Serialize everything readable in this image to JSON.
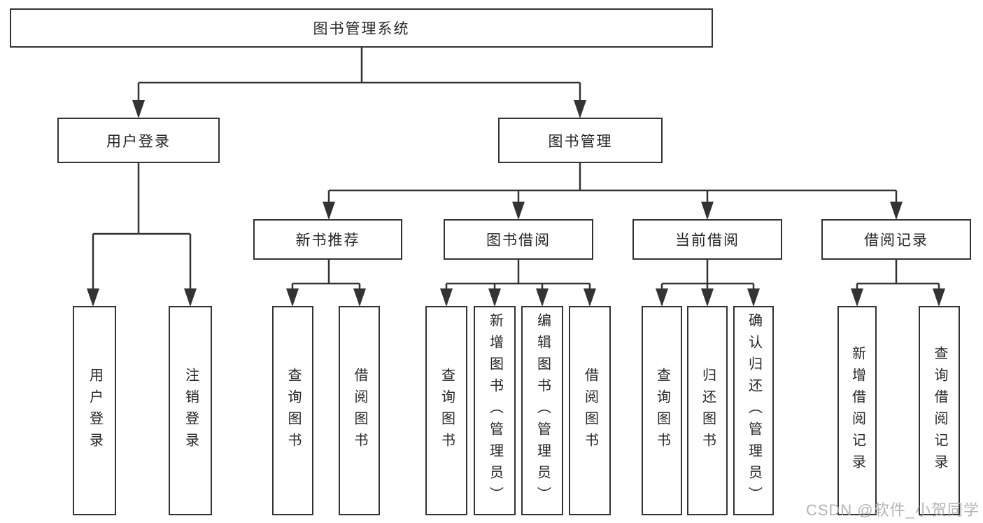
{
  "title": "图书管理系统",
  "tree": {
    "root": {
      "label": "图书管理系统",
      "children": [
        {
          "label": "用户登录",
          "children": [
            {
              "label": "用户登录"
            },
            {
              "label": "注销登录"
            }
          ]
        },
        {
          "label": "图书管理",
          "children": [
            {
              "label": "新书推荐",
              "children": [
                {
                  "label": "查询图书"
                },
                {
                  "label": "借阅图书"
                }
              ]
            },
            {
              "label": "图书借阅",
              "children": [
                {
                  "label": "查询图书"
                },
                {
                  "label": "新增图书（管理员）"
                },
                {
                  "label": "编辑图书（管理员）"
                },
                {
                  "label": "借阅图书"
                }
              ]
            },
            {
              "label": "当前借阅",
              "children": [
                {
                  "label": "查询图书"
                },
                {
                  "label": "归还图书"
                },
                {
                  "label": "确认归还（管理员）"
                }
              ]
            },
            {
              "label": "借阅记录",
              "children": [
                {
                  "label": "新增借阅记录"
                },
                {
                  "label": "查询借阅记录"
                }
              ]
            }
          ]
        }
      ]
    }
  },
  "watermark": {
    "text": "CSDN @软件_小贺同学"
  },
  "colors": {
    "line": "#333333",
    "box_border": "#333333",
    "text": "#262626",
    "background": "#ffffff",
    "watermark": "#acacac"
  }
}
